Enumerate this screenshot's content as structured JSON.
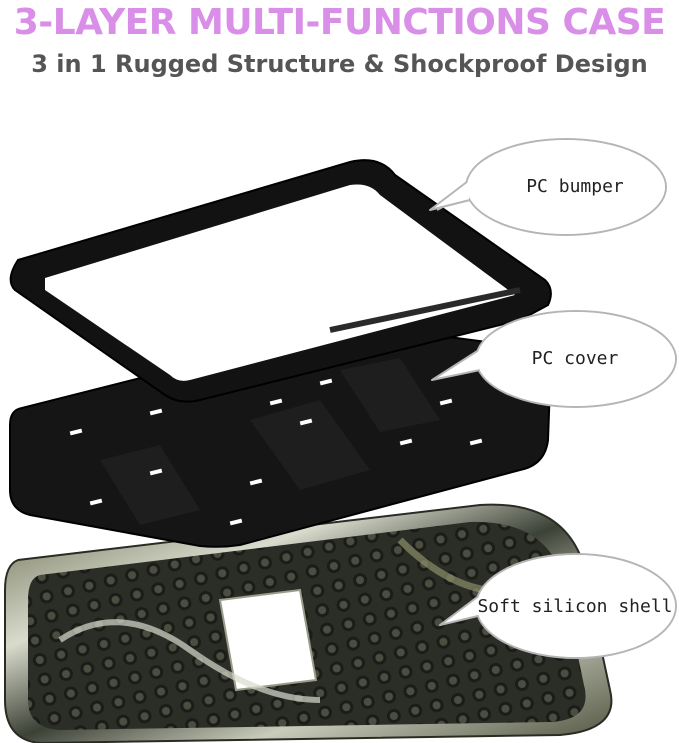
{
  "header": {
    "title": "3-LAYER MULTI-FUNCTIONS CASE",
    "subtitle": "3 in 1 Rugged Structure & Shockproof Design"
  },
  "callouts": [
    {
      "label": "PC bumper"
    },
    {
      "label": "PC cover"
    },
    {
      "label": "Soft silicon shell"
    }
  ],
  "colors": {
    "title": "#d98ee8",
    "subtitle": "#555555",
    "case_black": "#111111",
    "camo_dark": "#3c4136",
    "camo_olive": "#6f6f4a",
    "camo_light": "#d9dccd"
  }
}
